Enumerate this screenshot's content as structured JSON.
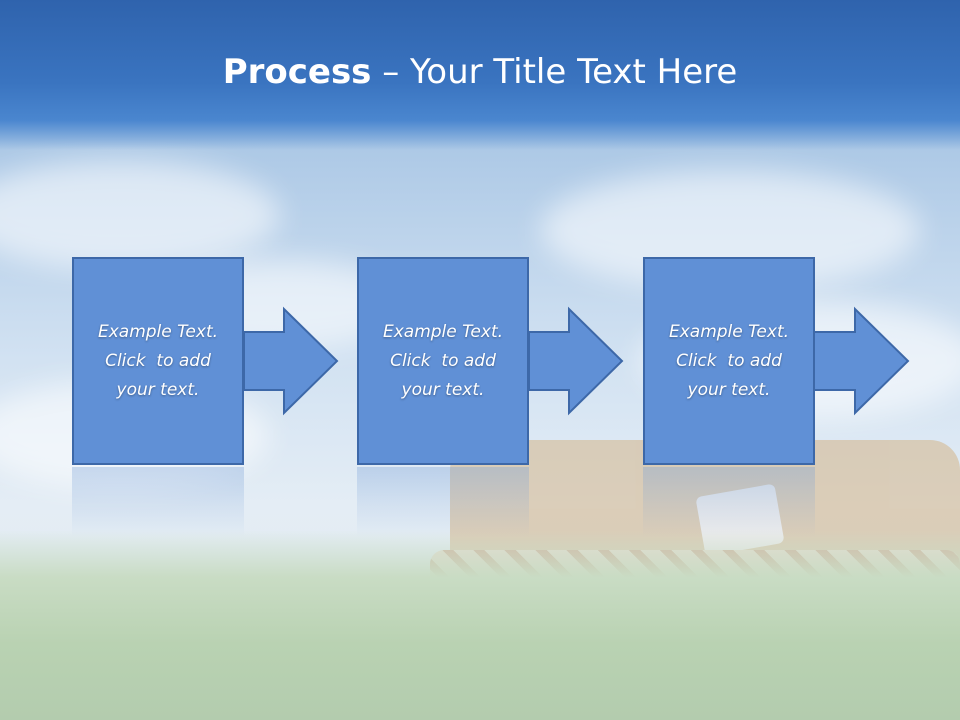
{
  "title": {
    "bold": "Process",
    "rest": " – Your Title Text Here"
  },
  "steps": [
    {
      "line1": "Example Text.",
      "line2": "Click  to add",
      "line3": "your text."
    },
    {
      "line1": "Example Text.",
      "line2": "Click  to add",
      "line3": "your text."
    },
    {
      "line1": "Example Text.",
      "line2": "Click  to add",
      "line3": "your text."
    }
  ],
  "colors": {
    "title_band": "#3a74c0",
    "box_fill": "#6090d6",
    "box_border": "#3d68a8",
    "text": "#ffffff"
  }
}
